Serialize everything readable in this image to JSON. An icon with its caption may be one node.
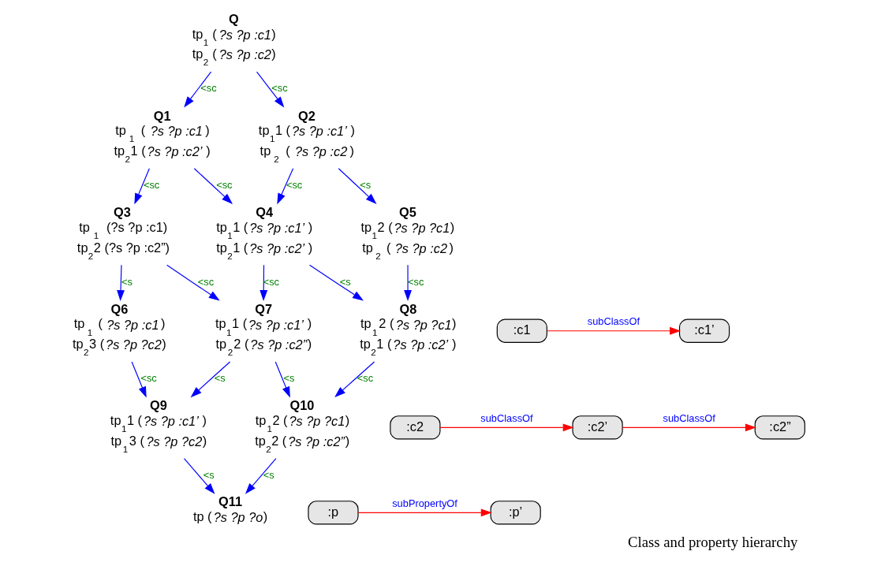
{
  "diagram": {
    "caption": "Class and property hierarchy",
    "nodes": [
      {
        "text": [
          "Q",
          "tp$_{1}$ (*?s ?p :c1*)",
          "tp$_{2}$ (*?s ?p :c2*)"
        ]
      },
      {
        "text": [
          "Q1",
          "tp$_{1}$ (*?s ?p :c1*)",
          "tp$_{2}$1 (*?s ?p :c2’* )"
        ]
      },
      {
        "text": [
          "Q2",
          "tp$_{1}$1 (*?s ?p :c1’* )",
          "tp$_{2}$ (*?s ?p :c2*)"
        ]
      },
      {
        "text": [
          "Q3",
          "tp$_{1}$ (?s ?p :c1)",
          "tp$_{2}$2 (?s ?p :c2”)"
        ]
      },
      {
        "text": [
          "Q4",
          "tp$_{1}$1 (*?s ?p :c1’* )",
          "tp$_{2}$1 (*?s ?p :c2’* )"
        ]
      },
      {
        "text": [
          "Q5",
          "tp$_{1}$2 (*?s ?p ?c1*)",
          "tp$_{2}$ (*?s ?p :c2*)"
        ]
      },
      {
        "text": [
          "Q6",
          "tp$_{1}$ (*?s ?p :c1*)",
          "tp$_{2}$3 (*?s ?p ?c2*)"
        ]
      },
      {
        "text": [
          "Q7",
          "tp$_{1}$1 (*?s ?p :c1’* )",
          "tp$_{2}$2 (*?s ?p :c2”*)"
        ]
      },
      {
        "text": [
          "Q8",
          "tp$_{1}$2 (*?s ?p ?c1*)",
          "tp$_{2}$1 (*?s ?p :c2’* )"
        ]
      },
      {
        "text": [
          "Q9",
          "tp$_{1}$1 (*?s ?p :c1’* )",
          "tp$_{1}$3 (*?s ?p ?c2*)"
        ]
      },
      {
        "text": [
          "Q10",
          "tp$_{1}$2 (*?s ?p ?c1*)",
          "tp$_{2}$2 (*?s ?p :c2”*)"
        ]
      },
      {
        "text": [
          "Q11",
          "tp (*?s ?p ?o*)"
        ]
      },
      {
        "text": [
          ":c1"
        ]
      },
      {
        "text": [
          ":c1’"
        ]
      },
      {
        "text": [
          ":c2"
        ]
      },
      {
        "text": [
          ":c2’"
        ]
      },
      {
        "text": [
          ":c2”"
        ]
      },
      {
        "text": [
          ":p"
        ]
      },
      {
        "text": [
          ":p’"
        ]
      }
    ],
    "edges": [
      {
        "from": 0,
        "to": 1,
        "arrow": "to",
        "label": "<sc"
      },
      {
        "from": 0,
        "to": 2,
        "arrow": "to",
        "label": "<sc"
      },
      {
        "from": 1,
        "to": 3,
        "arrow": "to",
        "label": "<sc"
      },
      {
        "from": 1,
        "to": 4,
        "arrow": "to",
        "label": "<sc"
      },
      {
        "from": 2,
        "to": 4,
        "arrow": "to",
        "label": "<sc"
      },
      {
        "from": 2,
        "to": 5,
        "arrow": "to",
        "label": "<s"
      },
      {
        "from": 3,
        "to": 6,
        "arrow": "to",
        "label": "<s"
      },
      {
        "from": 3,
        "to": 7,
        "arrow": "to",
        "label": "<sc"
      },
      {
        "from": 4,
        "to": 7,
        "arrow": "to",
        "label": "<sc"
      },
      {
        "from": 4,
        "to": 8,
        "arrow": "to",
        "label": "<s"
      },
      {
        "from": 5,
        "to": 8,
        "arrow": "to",
        "label": "<sc"
      },
      {
        "from": 6,
        "to": 9,
        "arrow": "to",
        "label": "<sc"
      },
      {
        "from": 7,
        "to": 9,
        "arrow": "to",
        "label": "<s"
      },
      {
        "from": 7,
        "to": 10,
        "arrow": "to",
        "label": "<s"
      },
      {
        "from": 8,
        "to": 10,
        "arrow": "to",
        "label": "<sc"
      },
      {
        "from": 9,
        "to": 11,
        "arrow": "to",
        "label": "<s"
      },
      {
        "from": 10,
        "to": 11,
        "arrow": "to",
        "label": "<s"
      },
      {
        "from": 12,
        "to": 13,
        "arrow": "to",
        "label": "subClassOf",
        "color": "#ff0000"
      },
      {
        "from": 14,
        "to": 15,
        "arrow": "to",
        "label": "subClassOf",
        "color": "#ff0000"
      },
      {
        "from": 15,
        "to": 16,
        "arrow": "to",
        "label": "subClassOf",
        "color": "#ff0000"
      },
      {
        "from": 17,
        "to": 18,
        "arrow": "to",
        "label": "subPropertyOf",
        "color": "#ff0000"
      }
    ]
  }
}
